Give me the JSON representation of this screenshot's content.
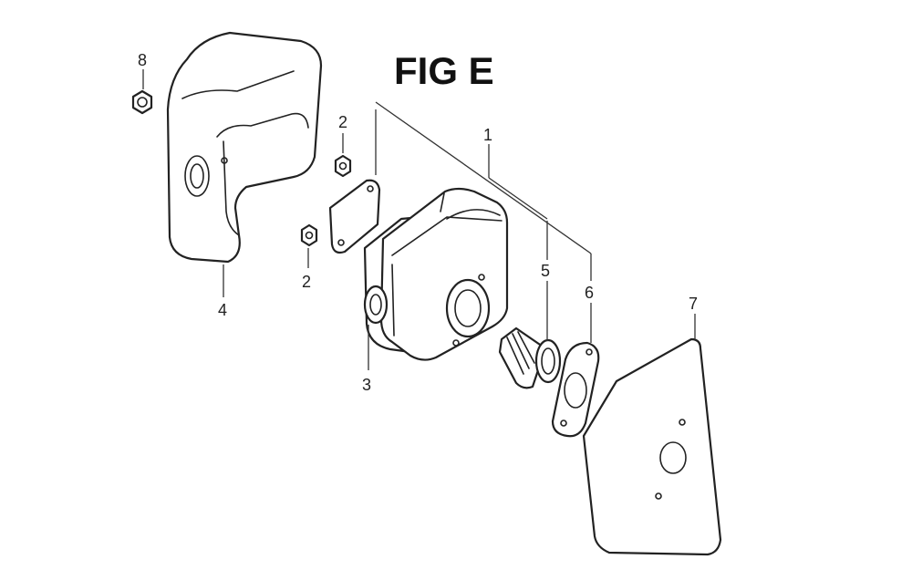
{
  "figure": {
    "title": "FIG E",
    "callouts": {
      "muffler": "1",
      "nut_upper": "2",
      "nut_lower": "2",
      "muffler_body_screw": "3",
      "muffler_protector": "4",
      "spark_arrester": "5",
      "muffler_gasket": "6",
      "heat_shield_plate": "7",
      "flange_nut": "8"
    }
  }
}
